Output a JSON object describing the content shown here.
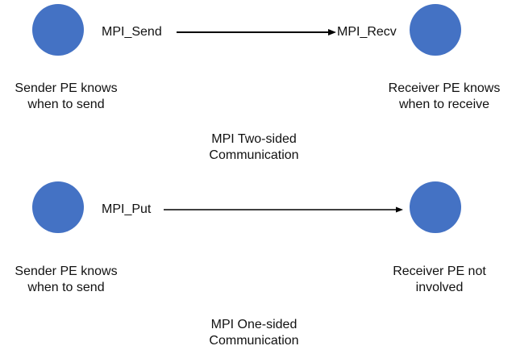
{
  "colors": {
    "node_fill": "#4472c4",
    "arrow": "#000000"
  },
  "two_sided": {
    "send_label": "MPI_Send",
    "recv_label": "MPI_Recv",
    "sender_caption": [
      "Sender PE knows",
      "when to send"
    ],
    "receiver_caption": [
      "Receiver PE knows",
      "when to receive"
    ],
    "title": [
      "MPI Two-sided",
      "Communication"
    ]
  },
  "one_sided": {
    "put_label": "MPI_Put",
    "sender_caption": [
      "Sender PE knows",
      "when to send"
    ],
    "receiver_caption": [
      "Receiver PE not",
      "involved"
    ],
    "title": [
      "MPI One-sided",
      "Communication"
    ]
  }
}
